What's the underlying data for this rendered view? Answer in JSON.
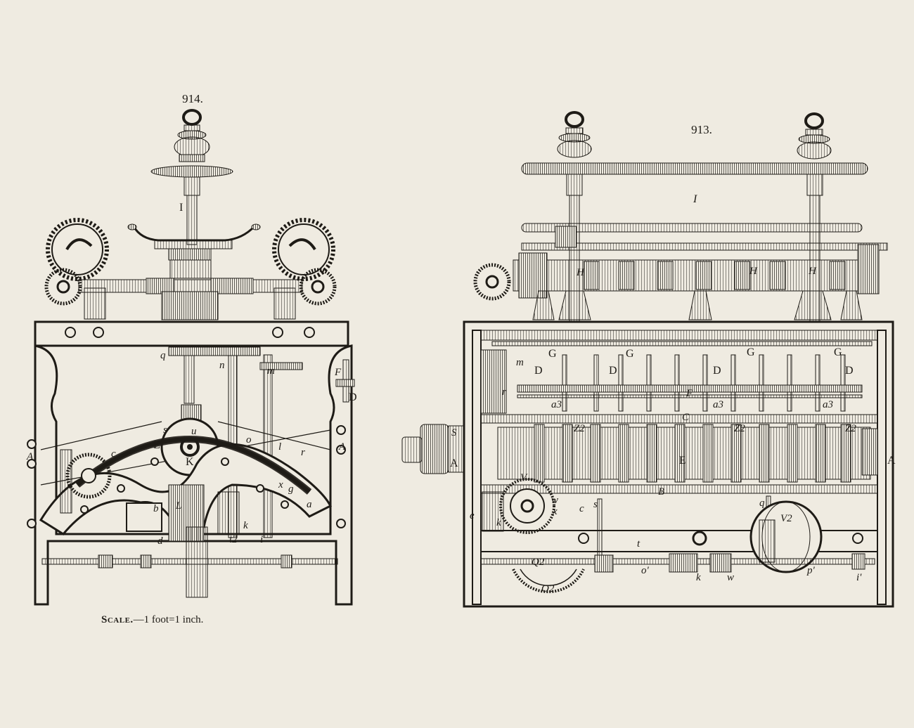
{
  "figures": {
    "left": {
      "number": "914.",
      "scale_caption_lead": "Scale.",
      "scale_caption_rest": "—1 foot=1 inch.",
      "labels": {
        "I": "I",
        "q": "q",
        "n": "n",
        "m": "m",
        "F": "F",
        "D": "D",
        "A_left": "A",
        "A_right": "A",
        "E": "E",
        "K": "K",
        "s": "s",
        "u": "u",
        "o": "o",
        "l": "l",
        "r": "r",
        "b": "b",
        "L": "L",
        "d": "d",
        "i": "i",
        "k": "k",
        "t2": "t2",
        "x": "x",
        "g": "g",
        "c": "c",
        "a": "a"
      }
    },
    "right": {
      "number": "913.",
      "labels": {
        "I": "I",
        "H1": "H",
        "H2": "H",
        "H3": "H",
        "G1": "G",
        "G2": "G",
        "G3": "G",
        "G4": "G",
        "D1": "D",
        "D2": "D",
        "D3": "D",
        "D4": "D",
        "F": "F",
        "r": "r",
        "m": "m",
        "a3_1": "a3",
        "a3_2": "a3",
        "a3_3": "a3",
        "C": "C",
        "Z1": "Z2",
        "Z2": "Z2",
        "Z3": "Z2",
        "E": "E",
        "A_left": "A",
        "A_right": "A",
        "S": "S",
        "B": "B",
        "V": "V",
        "w": "w",
        "x": "x",
        "c": "c",
        "e": "e",
        "k": "k",
        "s": "s",
        "q": "q",
        "V2": "V2",
        "t": "t",
        "o": "o'",
        "k2": "k",
        "w2": "w",
        "p": "p'",
        "i": "i'",
        "Q2": "Q2",
        "O2": "O2"
      }
    }
  }
}
